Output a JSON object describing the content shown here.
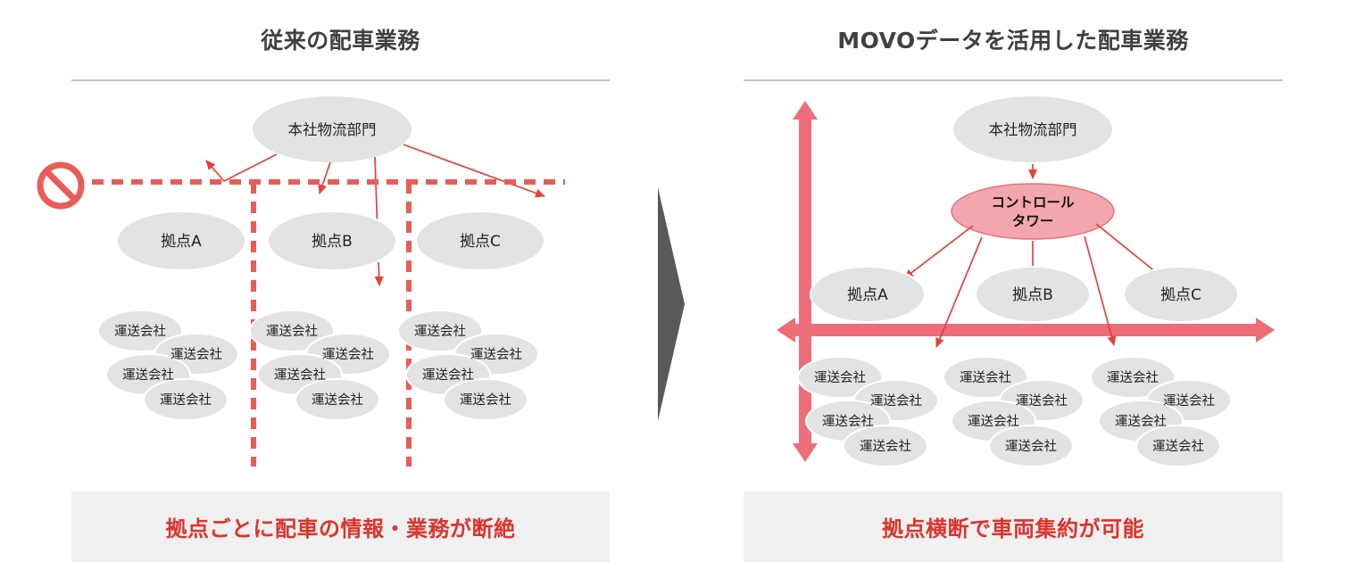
{
  "left_panel": {
    "title": "従来の配車業務",
    "hq": "本社物流部門",
    "bases": [
      "拠点A",
      "拠点B",
      "拠点C"
    ],
    "carrier": "運送会社",
    "banner": "拠点ごとに配車の情報・業務が断絶"
  },
  "right_panel": {
    "title": "MOVOデータを活用した配車業務",
    "hq": "本社物流部門",
    "control_tower": {
      "line1": "コントロール",
      "line2": "タワー"
    },
    "bases": [
      "拠点A",
      "拠点B",
      "拠点C"
    ],
    "carrier": "運送会社",
    "banner": "拠点横断で車両集約が可能"
  },
  "icons": {
    "prohibition": "no-entry-icon",
    "transform": "big-right-arrow-icon",
    "cross_axes": "double-headed-arrows-icon"
  },
  "colors": {
    "thin_arrow_red": "#e6413a",
    "dashed_red": "#ea5c55",
    "thick_pink": "#ee6d78",
    "tower_fill": "#f3a6ae",
    "tower_stroke": "#e5737f",
    "node_gray": "#e3e3e3",
    "banner_bg": "#f0f0f0",
    "banner_text_red": "#dc342c",
    "title_gray": "#404040",
    "transform_arrow_gray": "#595959"
  }
}
